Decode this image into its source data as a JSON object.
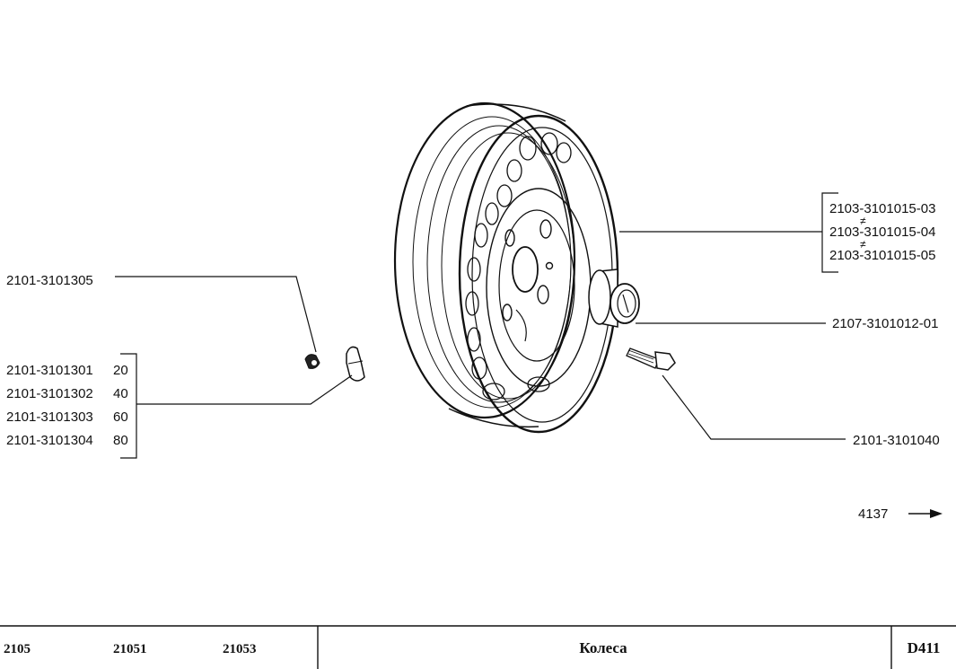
{
  "parts": {
    "valve_cap": "2101-3101305",
    "valves": [
      {
        "code": "2101-3101301",
        "qty": "20"
      },
      {
        "code": "2101-3101302",
        "qty": "40"
      },
      {
        "code": "2101-3101303",
        "qty": "60"
      },
      {
        "code": "2101-3101304",
        "qty": "80"
      }
    ],
    "rims": [
      "2103-3101015-03",
      "2103-3101015-04",
      "2103-3101015-05"
    ],
    "not_equal_sign": "≠",
    "hub_cap": "2107-3101012-01",
    "bolt": "2101-3101040"
  },
  "ref": {
    "number": "4137",
    "arrow": "→"
  },
  "footer": {
    "models": [
      "2105",
      "21051",
      "21053"
    ],
    "title": "Колеса",
    "code": "D411"
  }
}
